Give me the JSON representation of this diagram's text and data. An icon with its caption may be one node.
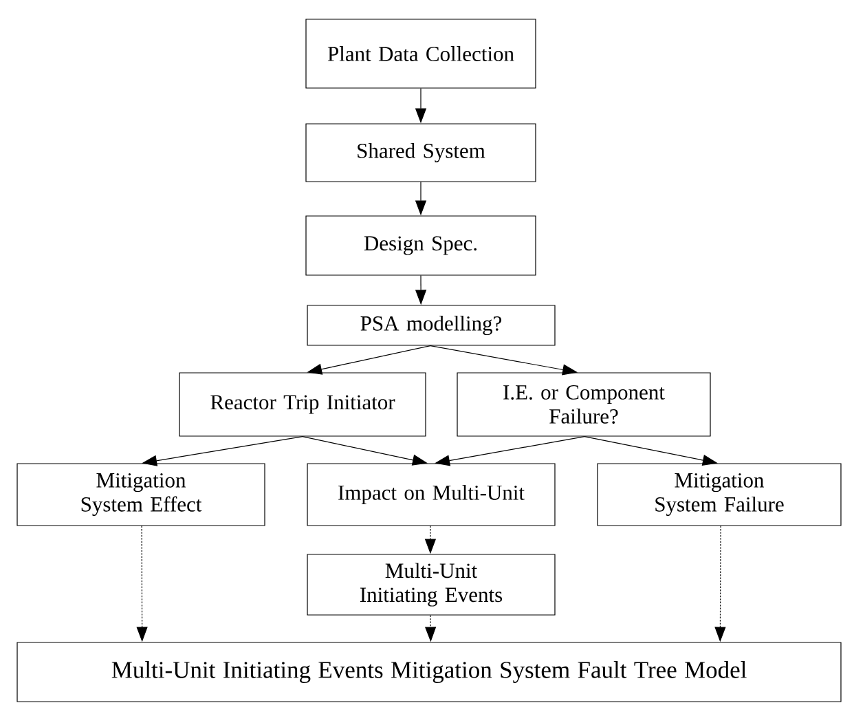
{
  "diagram": {
    "nodes": [
      {
        "text": [
          "Plant Data Collection"
        ]
      },
      {
        "text": [
          "Shared System"
        ]
      },
      {
        "text": [
          "Design Spec."
        ]
      },
      {
        "text": [
          "PSA modelling?"
        ]
      },
      {
        "text": [
          "Reactor Trip Initiator"
        ]
      },
      {
        "text": [
          "I.E. or Component Failure?"
        ]
      },
      {
        "text": [
          "Mitigation System Effect"
        ]
      },
      {
        "text": [
          "Impact on Multi-Unit"
        ]
      },
      {
        "text": [
          "Mitigation System Failure"
        ]
      },
      {
        "text": [
          "Multi-Unit Initiating Events"
        ]
      },
      {
        "text": [
          "Multi-Unit Initiating Events Mitigation System Fault Tree Model"
        ]
      }
    ],
    "edges": [
      {
        "from": 0,
        "to": 1,
        "arrow": "to"
      },
      {
        "from": 1,
        "to": 2,
        "arrow": "to"
      },
      {
        "from": 2,
        "to": 3,
        "arrow": "to"
      },
      {
        "from": 3,
        "to": 4,
        "arrow": "to"
      },
      {
        "from": 3,
        "to": 5,
        "arrow": "to"
      },
      {
        "from": 4,
        "to": 6,
        "arrow": "to"
      },
      {
        "from": 4,
        "to": 7,
        "arrow": "to"
      },
      {
        "from": 5,
        "to": 7,
        "arrow": "to"
      },
      {
        "from": 5,
        "to": 8,
        "arrow": "to"
      },
      {
        "from": 7,
        "to": 9,
        "arrow": "to",
        "style": "dashed"
      },
      {
        "from": 6,
        "to": 10,
        "arrow": "to",
        "style": "dashed"
      },
      {
        "from": 9,
        "to": 10,
        "arrow": "to",
        "style": "dashed"
      },
      {
        "from": 8,
        "to": 10,
        "arrow": "to",
        "style": "dashed"
      }
    ]
  }
}
